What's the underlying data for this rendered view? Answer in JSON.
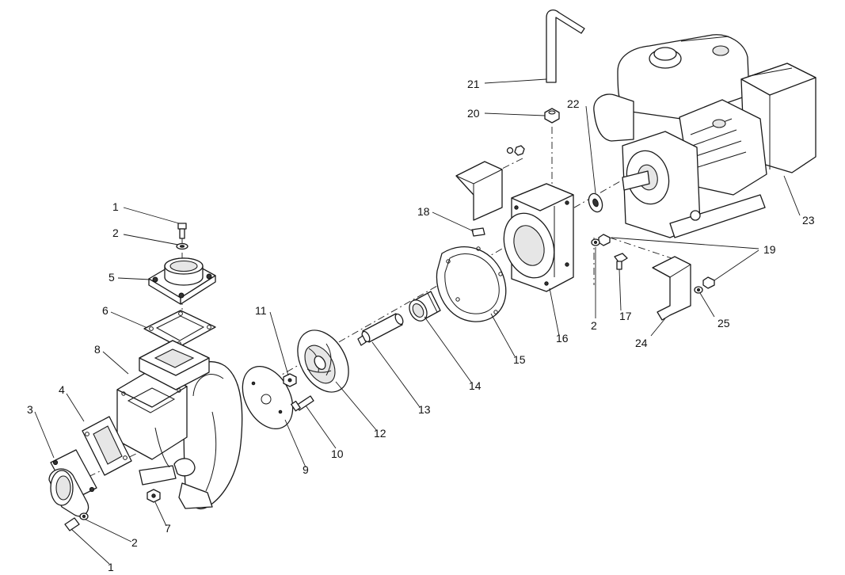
{
  "callouts": {
    "c1a": "1",
    "c2a": "2",
    "c5": "5",
    "c6": "6",
    "c8": "8",
    "c4": "4",
    "c3": "3",
    "c2b": "2",
    "c1b": "1",
    "c7": "7",
    "c11": "11",
    "c9": "9",
    "c10": "10",
    "c12": "12",
    "c13": "13",
    "c14": "14",
    "c15": "15",
    "c16": "16",
    "c18": "18",
    "c21": "21",
    "c20": "20",
    "c22": "22",
    "c23": "23",
    "c19": "19",
    "c2c": "2",
    "c17": "17",
    "c24": "24",
    "c25": "25"
  }
}
